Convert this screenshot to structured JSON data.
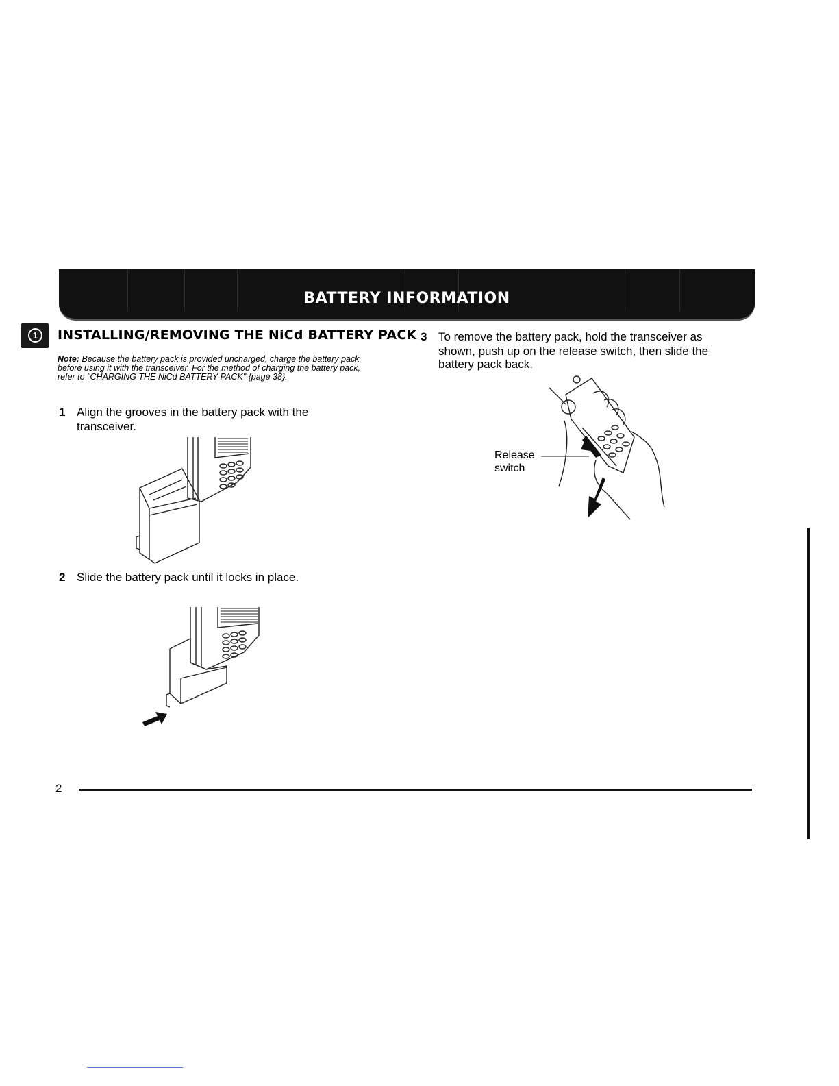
{
  "header": {
    "title": "BATTERY INFORMATION"
  },
  "chapter": {
    "number": "1"
  },
  "section": {
    "heading": "INSTALLING/REMOVING THE NiCd BATTERY PACK"
  },
  "note": {
    "label": "Note:",
    "text": "Because the battery pack is provided uncharged, charge the battery pack before using it with the transceiver.  For the method of charging the battery pack, refer to \"CHARGING THE NiCd BATTERY PACK\" {page 38}."
  },
  "steps": [
    {
      "number": "1",
      "line1": "Align the grooves in the battery pack with the",
      "line2": "transceiver."
    },
    {
      "number": "2",
      "line1": "Slide the battery pack until it locks in place."
    },
    {
      "number": "3",
      "line1": "To remove the battery pack, hold the transceiver as",
      "line2": "shown, push up on the release switch, then slide the",
      "line3": "battery pack back."
    }
  ],
  "figure3": {
    "callout_line1": "Release",
    "callout_line2": "switch"
  },
  "footer": {
    "page_number": "2"
  }
}
